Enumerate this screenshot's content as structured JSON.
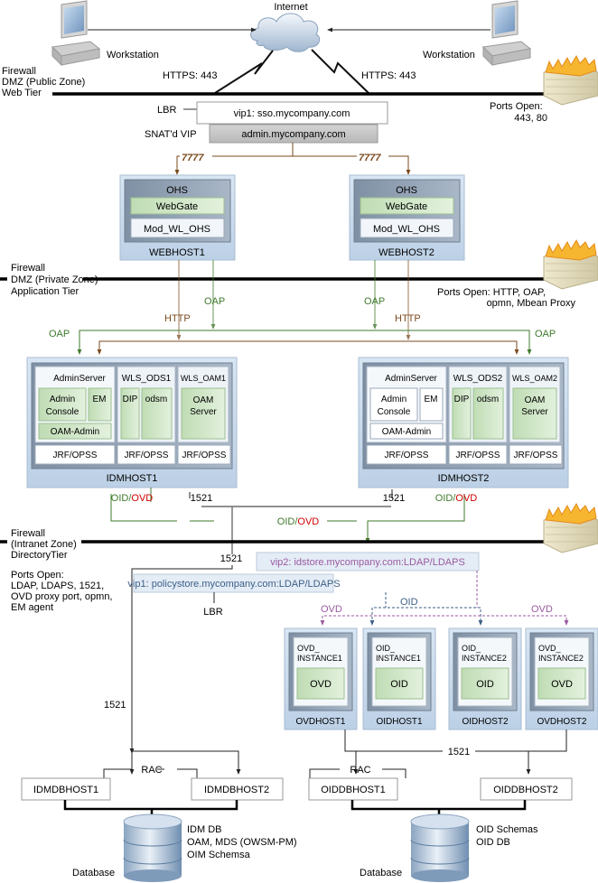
{
  "colors": {
    "http": "#7a4a1e",
    "oap": "#3f7a2c",
    "oid": "#3c5f86",
    "ovd": "#9a5aa0",
    "red": "#d10000",
    "host_fill": "#c9dbef",
    "inner_fill": "#8d9db0",
    "green_box": "#cfe6c6"
  },
  "internet": {
    "label": "Internet"
  },
  "workstations": [
    {
      "label": "Workstation"
    },
    {
      "label": "Workstation"
    }
  ],
  "web_tier": {
    "firewall_label_lines": [
      "Firewall",
      "DMZ (Public Zone)",
      "Web Tier"
    ],
    "https_left": "HTTPS: 443",
    "https_right": "HTTPS: 443",
    "ports_open_lines": [
      "Ports Open:",
      "443, 80"
    ],
    "lbr_label": "LBR",
    "vip1": "vip1: sso.mycompany.com",
    "snat_label": "SNAT'd VIP",
    "admin_vip": "admin.mycompany.com",
    "port_left": "7777",
    "port_right": "7777"
  },
  "webhosts": [
    {
      "name": "WEBHOST1",
      "ohs": "OHS",
      "webgate": "WebGate",
      "mod": "Mod_WL_OHS"
    },
    {
      "name": "WEBHOST2",
      "ohs": "OHS",
      "webgate": "WebGate",
      "mod": "Mod_WL_OHS"
    }
  ],
  "app_tier": {
    "firewall_label_lines": [
      "Firewall",
      "DMZ (Private Zone)",
      "Application Tier"
    ],
    "ports_open_lines": [
      "Ports Open: HTTP, OAP,",
      "opmn, Mbean Proxy"
    ],
    "oap": "OAP",
    "http": "HTTP"
  },
  "idmhosts": [
    {
      "name": "IDMHOST1",
      "admin_server": "AdminServer",
      "admin_console": [
        "Admin",
        "Console"
      ],
      "em": "EM",
      "oam_admin": "OAM-Admin",
      "wls_ods": "WLS_ODS1",
      "dip": "DIP",
      "odsm": "odsm",
      "wls_oam": "WLS_OAM1",
      "oam_server": [
        "OAM",
        "Server"
      ],
      "jrf": "JRF/OPSS",
      "admin_green": true
    },
    {
      "name": "IDMHOST2",
      "admin_server": "AdminServer",
      "admin_console": [
        "Admin",
        "Console"
      ],
      "em": "EM",
      "oam_admin": "OAM-Admin",
      "wls_ods": "WLS_ODS2",
      "dip": "DIP",
      "odsm": "odsm",
      "wls_oam": "WLS_OAM2",
      "oam_server": [
        "OAM",
        "Server"
      ],
      "jrf": "JRF/OPSS",
      "admin_green": false
    }
  ],
  "directory_tier": {
    "oid_label": "OID",
    "ovd_label": "OVD",
    "slash": "/",
    "port_1521": "1521",
    "firewall_label_lines": [
      "Firewall",
      "(Intranet Zone)",
      "DirectoryTier"
    ],
    "ports_open_lines": [
      "Ports Open:",
      "LDAP, LDAPS, 1521,",
      "OVD proxy port, opmn,",
      "EM agent"
    ],
    "vip2": "vip2: idstore.mycompany.com:LDAP/LDAPS",
    "vip1": "vip1: policystore.mycompany.com:LDAP/LDAPS",
    "lbr_label": "LBR"
  },
  "dir_hosts": [
    {
      "host": "OVDHOST1",
      "instance": [
        "OVD_",
        "INSTANCE1"
      ],
      "component": "OVD"
    },
    {
      "host": "OIDHOST1",
      "instance": [
        "OID_",
        "INSTANCE1"
      ],
      "component": "OID"
    },
    {
      "host": "OIDHOST2",
      "instance": [
        "OID_",
        "INSTANCE2"
      ],
      "component": "OID"
    },
    {
      "host": "OVDHOST2",
      "instance": [
        "OVD_",
        "INSTANCE2"
      ],
      "component": "OVD"
    }
  ],
  "data_tier": {
    "rac": "RAC",
    "port_1521": "1521",
    "idm_db_hosts": [
      "IDMDBHOST1",
      "IDMDBHOST2"
    ],
    "oid_db_hosts": [
      "OIDDBHOST1",
      "OIDDBHOST2"
    ],
    "idm_db_lines": [
      "IDM DB",
      "OAM, MDS (OWSM-PM)",
      "OIM Schemsa"
    ],
    "oid_db_lines": [
      "OID Schemas",
      "OID DB"
    ],
    "database_label": "Database"
  }
}
